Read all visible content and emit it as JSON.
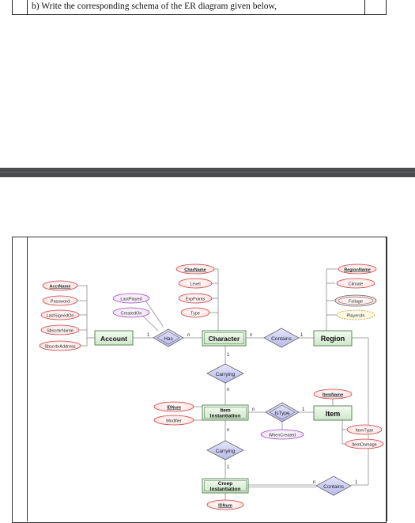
{
  "question": {
    "text": "b) Write the corresponding schema of the ER diagram given below,"
  },
  "entities": {
    "account": "Account",
    "character": "Character",
    "region": "Region",
    "item": "Item",
    "item_inst_1": "Item",
    "item_inst_2": "Instantiation",
    "creep_inst_1": "Creep",
    "creep_inst_2": "Instantiation"
  },
  "relationships": {
    "has": "Has",
    "contains_top": "Contains",
    "carrying_top": "Carrying",
    "istype": "IsType",
    "carrying_bottom": "Carrying",
    "contains_bottom": "Contains"
  },
  "attributes": {
    "acctname": "AcctName",
    "password": "Password",
    "lastsignedon": "LastSignedOn",
    "sbscrbrname": "SbscrbrName",
    "sbscrbraddress": "SbscrbrAddress",
    "lastplayed": "LastPlayed",
    "createdon": "CreatedOn",
    "charname": "CharName",
    "level": "Level",
    "exppoints": "ExpPoints",
    "type": "Type",
    "regionname": "RegionName",
    "climate": "Climate",
    "foliage": "Foliage",
    "playersin": "PlayersIn",
    "idnum_item": "IDNum",
    "modifier": "Modifier",
    "itemname": "ItemName",
    "itemtype": "ItemType",
    "itemdamage": "ItemDamage",
    "whencreated": "WhenCreated",
    "idnum_creep": "IDNum"
  },
  "cardinalities": {
    "has_account": "1",
    "has_character": "n",
    "contains_character": "n",
    "contains_region": "1",
    "carrying_top_character": "1",
    "carrying_top_item": "n",
    "istype_item_inst": "n",
    "istype_item": "1",
    "carrying_bottom_item": "n",
    "carrying_bottom_creep": "1",
    "contains_bottom_creep": "n",
    "contains_bottom_region": "1"
  }
}
